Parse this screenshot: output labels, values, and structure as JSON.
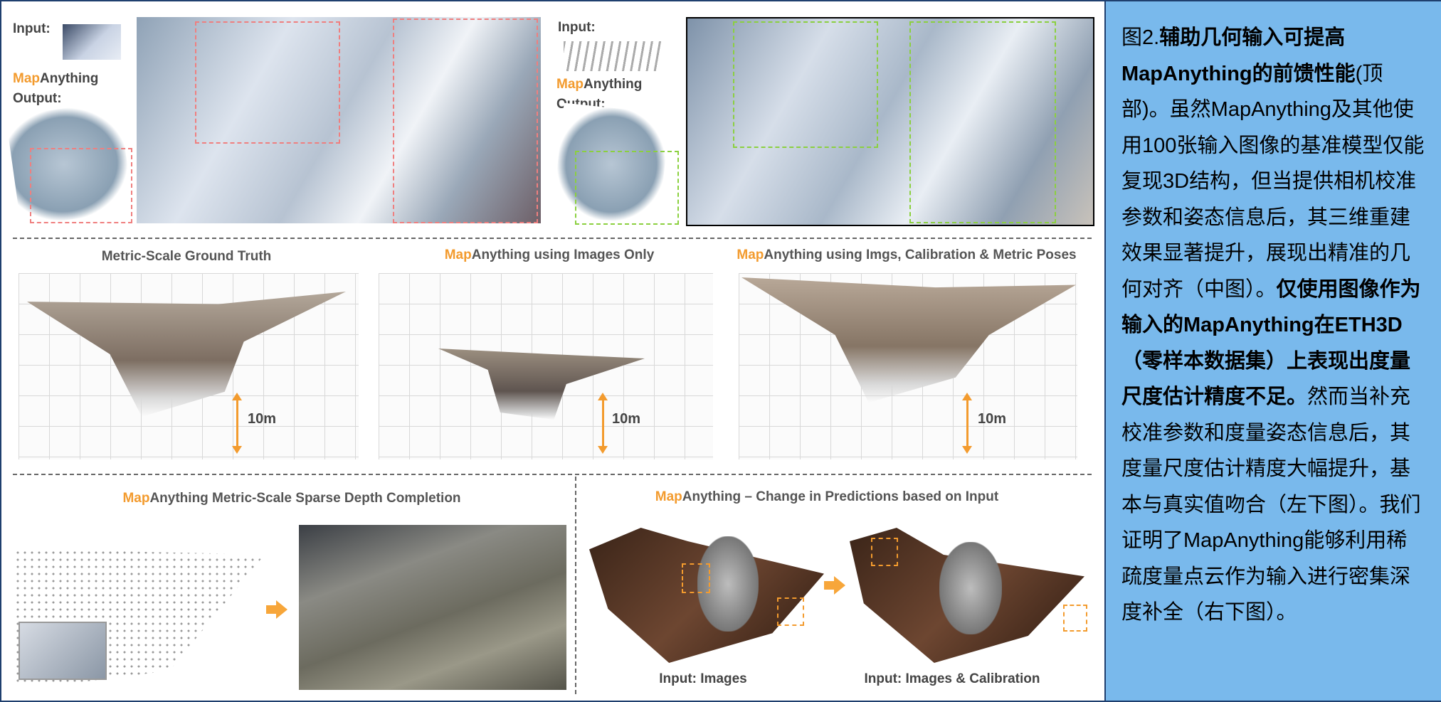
{
  "top_left": {
    "input_label": "Input:",
    "brand": "Map",
    "brand_rest": "Anything",
    "output_label": "Output:"
  },
  "top_right": {
    "input_label": "Input:",
    "brand": "Map",
    "brand_rest": "Anything",
    "output_label": "Output:"
  },
  "middle": {
    "panel1_title": "Metric-Scale Ground Truth",
    "panel2_brand": "Map",
    "panel2_title": "Anything using Images Only",
    "panel3_brand": "Map",
    "panel3_title": "Anything using Imgs, Calibration & Metric Poses",
    "scale_label": "10m"
  },
  "bottom_left": {
    "brand": "Map",
    "title": "Anything Metric-Scale Sparse Depth Completion"
  },
  "bottom_right": {
    "brand": "Map",
    "title": "Anything – Change in Predictions based on Input",
    "caption_left": "Input: Images",
    "caption_right": "Input: Images & Calibration"
  },
  "caption": {
    "p1": "图2.",
    "b1": "辅助几何输入可提高MapAnything的前馈性能",
    "p2": "(顶部)。虽然MapAnything及其他使用100张输入图像的基准模型仅能复现3D结构，但当提供相机校准参数和姿态信息后，其三维重建效果显著提升，展现出精准的几何对齐（中图）。",
    "b2": "仅使用图像作为输入的MapAnything在ETH3D（零样本数据集）上表现出度量尺度估计精度不足。",
    "p3": "然而当补充校准参数和度量姿态信息后，其度量尺度估计精度大幅提升，基本与真实值吻合（左下图）。我们证明了MapAnything能够利用稀疏度量点云作为输入进行密集深度补全（右下图）。"
  },
  "colors": {
    "brand": "#f39b2e",
    "sidebar": "#79b9ec",
    "frame": "#1f3f6e"
  }
}
